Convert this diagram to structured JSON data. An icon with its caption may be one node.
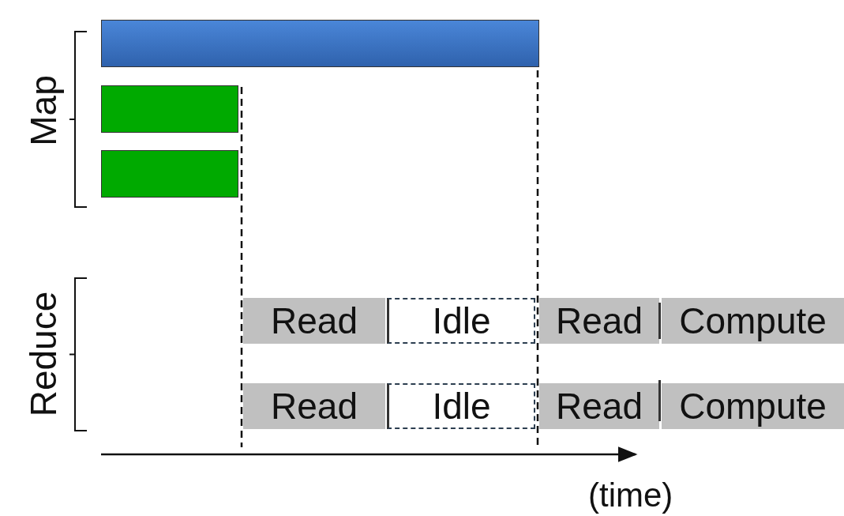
{
  "diagram": {
    "nodes": [
      {
        "text": [],
        "shape": "bar"
      },
      {
        "text": [],
        "shape": "bar"
      },
      {
        "text": [],
        "shape": "bar"
      },
      {
        "text": [
          "Read"
        ]
      },
      {
        "text": [
          "Idle"
        ]
      },
      {
        "text": [
          "Read"
        ]
      },
      {
        "text": [
          "Compute"
        ]
      },
      {
        "text": [
          "Read"
        ]
      },
      {
        "text": [
          "Idle"
        ]
      },
      {
        "text": [
          "Read"
        ]
      },
      {
        "text": [
          "Compute"
        ]
      }
    ],
    "labels": [
      "Map",
      "Reduce",
      "(time)"
    ]
  }
}
